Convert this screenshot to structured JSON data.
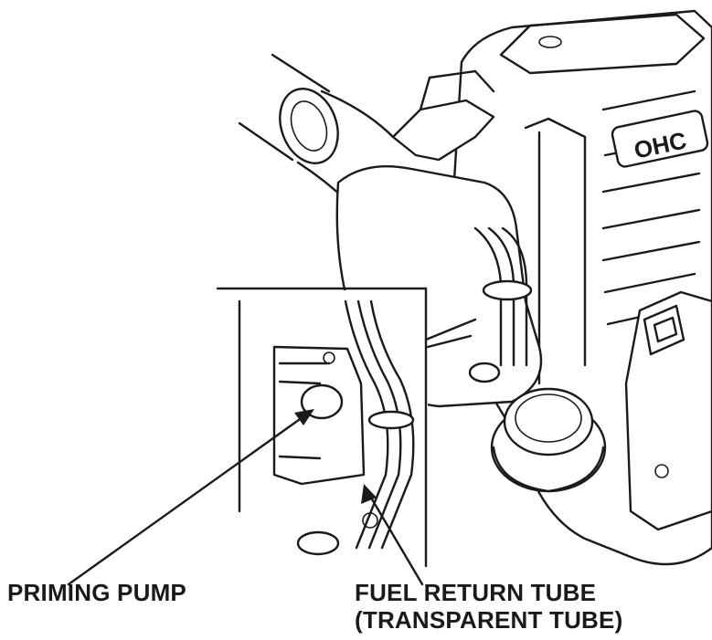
{
  "diagram": {
    "labels": {
      "priming_pump": "PRIMING PUMP",
      "fuel_return_line1": "FUEL RETURN TUBE",
      "fuel_return_line2": "(TRANSPARENT TUBE)"
    },
    "engine_badge_text": "OHC"
  }
}
